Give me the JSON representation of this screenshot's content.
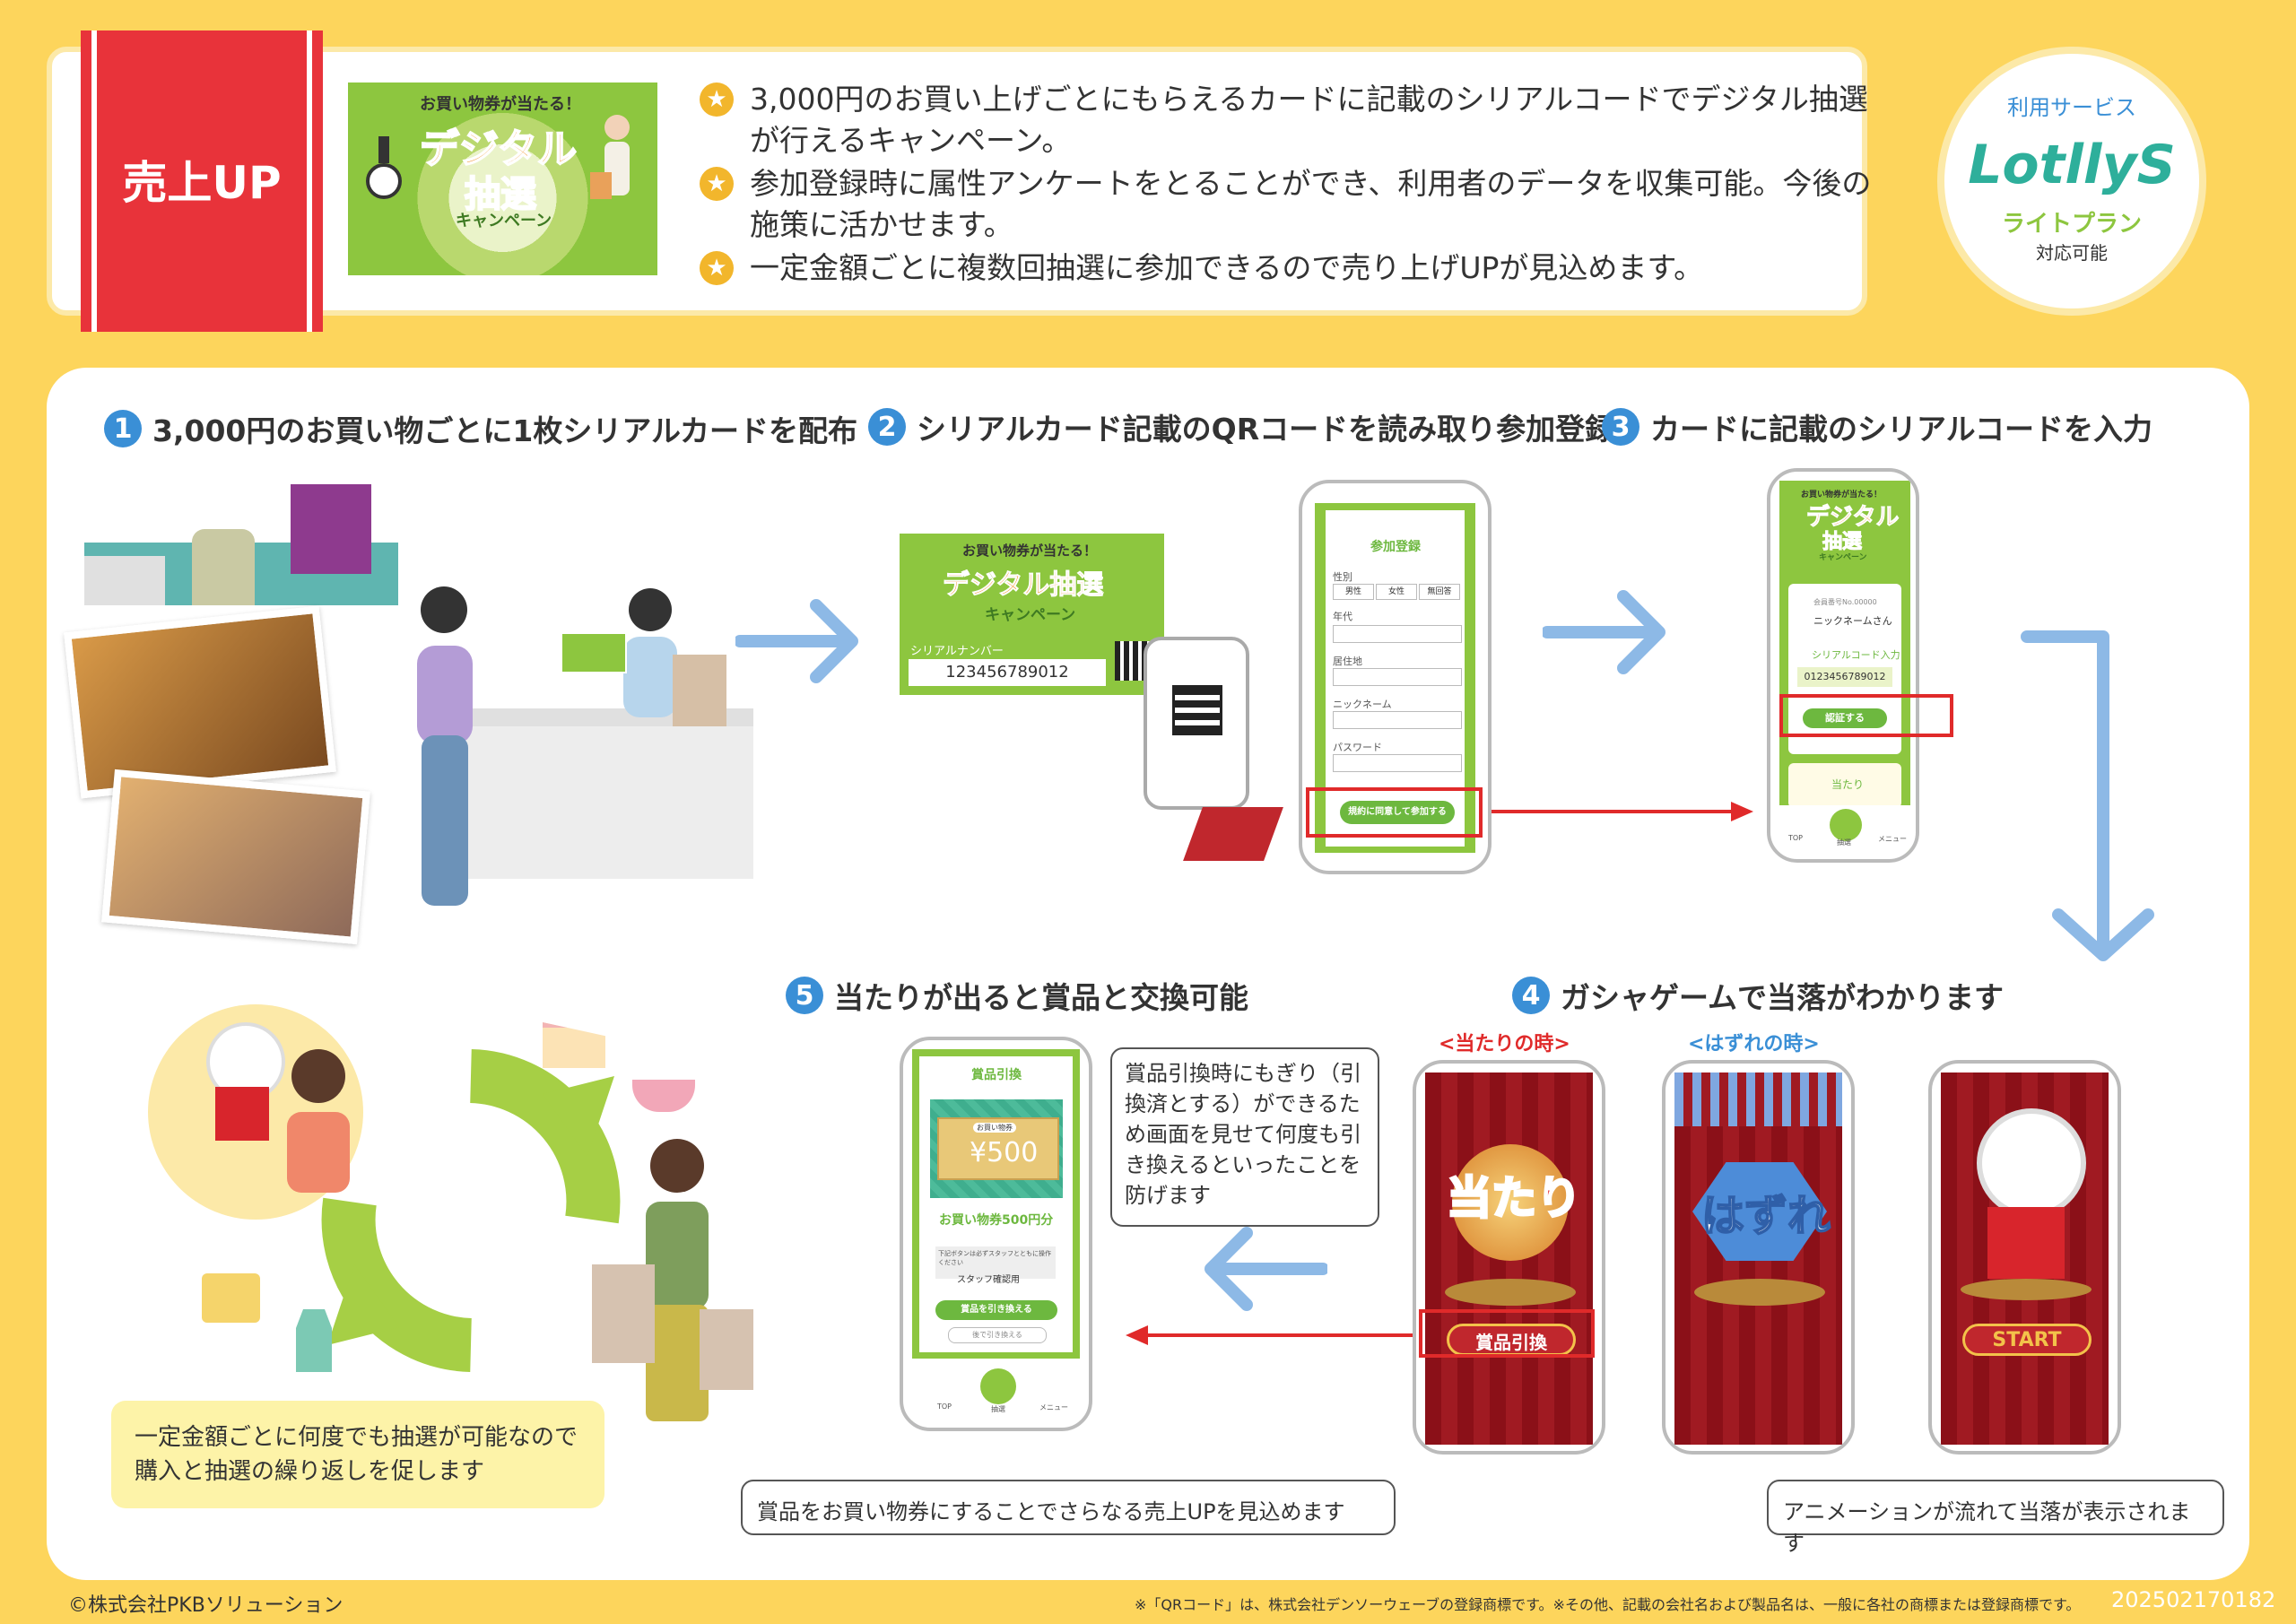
{
  "header": {
    "tag": "売上UP",
    "campaign_banner": {
      "top": "お買い物券が当たる！",
      "title1": "デジタル",
      "title2": "抽選",
      "sub": "キャンペーン"
    },
    "bullets": [
      "3,000円のお買い上げごとにもらえるカードに記載のシリアルコードでデジタル抽選が行えるキャンペーン。",
      "参加登録時に属性アンケートをとることができ、利用者のデータを収集可能。今後の施策に活かせます。",
      "一定金額ごとに複数回抽選に参加できるので売り上げUPが見込めます。"
    ]
  },
  "service": {
    "label": "利用サービス",
    "brand": "LotllyS",
    "plan": "ライトプラン",
    "support": "対応可能"
  },
  "steps": {
    "s1": {
      "num": "1",
      "title": "3,000円のお買い物ごとに1枚シリアルカードを配布"
    },
    "s2": {
      "num": "2",
      "title": "シリアルカード記載のQRコードを読み取り参加登録"
    },
    "s3": {
      "num": "3",
      "title": "カードに記載のシリアルコードを入力"
    },
    "s4": {
      "num": "4",
      "title": "ガシャゲームで当落がわかります"
    },
    "s5": {
      "num": "5",
      "title": "当たりが出ると賞品と交換可能"
    }
  },
  "serial_card": {
    "top": "お買い物券が当たる！",
    "title": "デジタル抽選",
    "sub": "キャンペーン",
    "label": "シリアルナンバー",
    "number": "123456789012"
  },
  "register_phone": {
    "title": "参加登録",
    "gender": "性別",
    "g1": "男性",
    "g2": "女性",
    "g3": "無回答",
    "age": "年代",
    "area": "居住地",
    "nickname": "ニックネーム",
    "password": "パスワード",
    "submit": "規約に同意して参加する"
  },
  "serial_phone": {
    "banner1": "お買い物券が当たる！",
    "banner2": "デジタル",
    "banner3": "抽選",
    "banner4": "キャンペーン",
    "member": "会員番号No.00000",
    "nickname": "ニックネームさん",
    "input_label": "シリアルコード入力",
    "code": "0123456789012",
    "auth": "認証する",
    "win": "当たり",
    "nav_top": "TOP",
    "nav_lottery": "抽選",
    "nav_menu": "メニュー"
  },
  "gacha": {
    "win_label": "<当たりの時>",
    "lose_label": "<はずれの時>",
    "win_text": "当たり",
    "lose_text": "はずれ",
    "exchange": "賞品引換",
    "start": "START",
    "caption": "アニメーションが流れて当落が表示されます"
  },
  "prize_phone": {
    "title": "賞品引換",
    "ticket": "お買い物券",
    "amount": "¥500",
    "prize": "お買い物券500円分",
    "note": "下記ボタンは必ずスタッフとともに操作ください",
    "check": "スタッフ確認用",
    "button": "賞品を引き換える",
    "later": "後で引き換える",
    "nav_top": "TOP",
    "nav_lottery": "抽選",
    "nav_menu": "メニュー"
  },
  "bubbles": {
    "exchange_note": "賞品引換時にもぎり（引換済とする）ができるため画面を見せて何度も引き換えるといったことを防げます",
    "voucher_note": "賞品をお買い物券にすることでさらなる売上UPを見込めます"
  },
  "cycle_note": "一定金額ごとに何度でも抽選が可能なので購入と抽選の繰り返しを促します",
  "footer": {
    "copyright": "©株式会社PKBソリューション",
    "trademark": "※「QRコード」は、株式会社デンソーウェーブの登録商標です。※その他、記載の会社名および製品名は、一般に各社の商標または登録商標です。",
    "code": "202502170182"
  },
  "colors": {
    "background": "#FDD55C",
    "accent_red": "#E8333A",
    "step_blue": "#3A8FD6",
    "arrow_blue": "#8DB9E6",
    "green": "#8DC63F"
  }
}
